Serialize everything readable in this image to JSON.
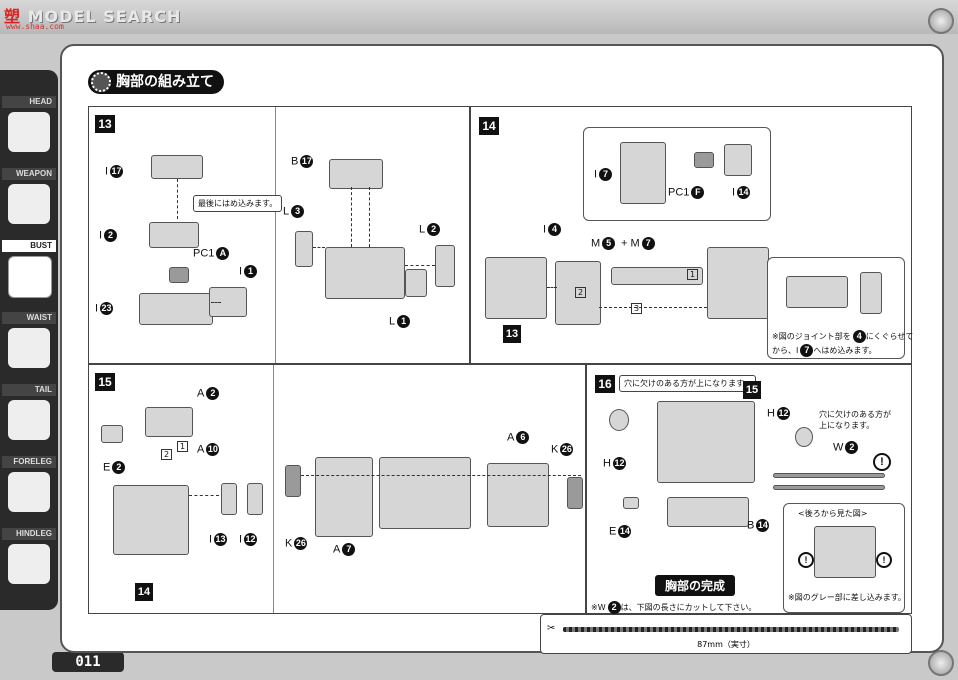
{
  "header": {
    "brand_red": "塑",
    "brand_text": "MODEL SEARCH",
    "url": "www.shaa.com"
  },
  "sidebar": {
    "items": [
      {
        "label": "HEAD"
      },
      {
        "label": "WEAPON"
      },
      {
        "label": "BUST"
      },
      {
        "label": "WAIST"
      },
      {
        "label": "TAIL"
      },
      {
        "label": "FORELEG"
      },
      {
        "label": "HINDLEG"
      }
    ],
    "active": "BUST"
  },
  "page_number": "011",
  "section_title": "胸部の組み立て",
  "step13": {
    "num": "13",
    "labels": [
      "I",
      "I",
      "PC1",
      "I",
      "I",
      "B",
      "L",
      "L",
      "L"
    ],
    "badges": [
      "17",
      "2",
      "A",
      "23",
      "1",
      "17",
      "3",
      "2",
      "1"
    ],
    "note": "最後にはめ込みます。"
  },
  "step14": {
    "num": "14",
    "labels": [
      "I",
      "PC1",
      "I",
      "I",
      "M",
      "+ M",
      "13"
    ],
    "badges": [
      "7",
      "F",
      "14",
      "4",
      "5",
      "7"
    ],
    "steps": [
      "1",
      "2",
      "3"
    ],
    "note_line1": "※図のジョイント部を",
    "note_badge": "4",
    "note_line2": "にくぐらせて",
    "note_line3": "から、I",
    "note_badge2": "7",
    "note_line4": "へはめ込みます。"
  },
  "step15": {
    "num": "15",
    "labels": [
      "A",
      "A",
      "E",
      "I",
      "I",
      "K",
      "A",
      "A",
      "K",
      "14"
    ],
    "badges": [
      "2",
      "10",
      "2",
      "13",
      "12",
      "26",
      "7",
      "6",
      "26"
    ],
    "steps": [
      "1",
      "2"
    ]
  },
  "step16": {
    "num": "16",
    "ref": "15",
    "labels": [
      "H",
      "H",
      "W",
      "E",
      "B"
    ],
    "badges": [
      "12",
      "12",
      "2",
      "14",
      "14"
    ],
    "note_a": "穴に欠けのある方が上になります。",
    "note_b1": "穴に欠けのある方が",
    "note_b2": "上になります。",
    "view_label": "<後ろから見た図>",
    "inset_note": "※図のグレー部に差し込みます。",
    "complete": "胸部の完成",
    "cut_note": "※W",
    "cut_badge": "2",
    "cut_note2": "は、下図の長さにカットして下さい。"
  },
  "ruler": {
    "text": "87mm（実寸）"
  }
}
